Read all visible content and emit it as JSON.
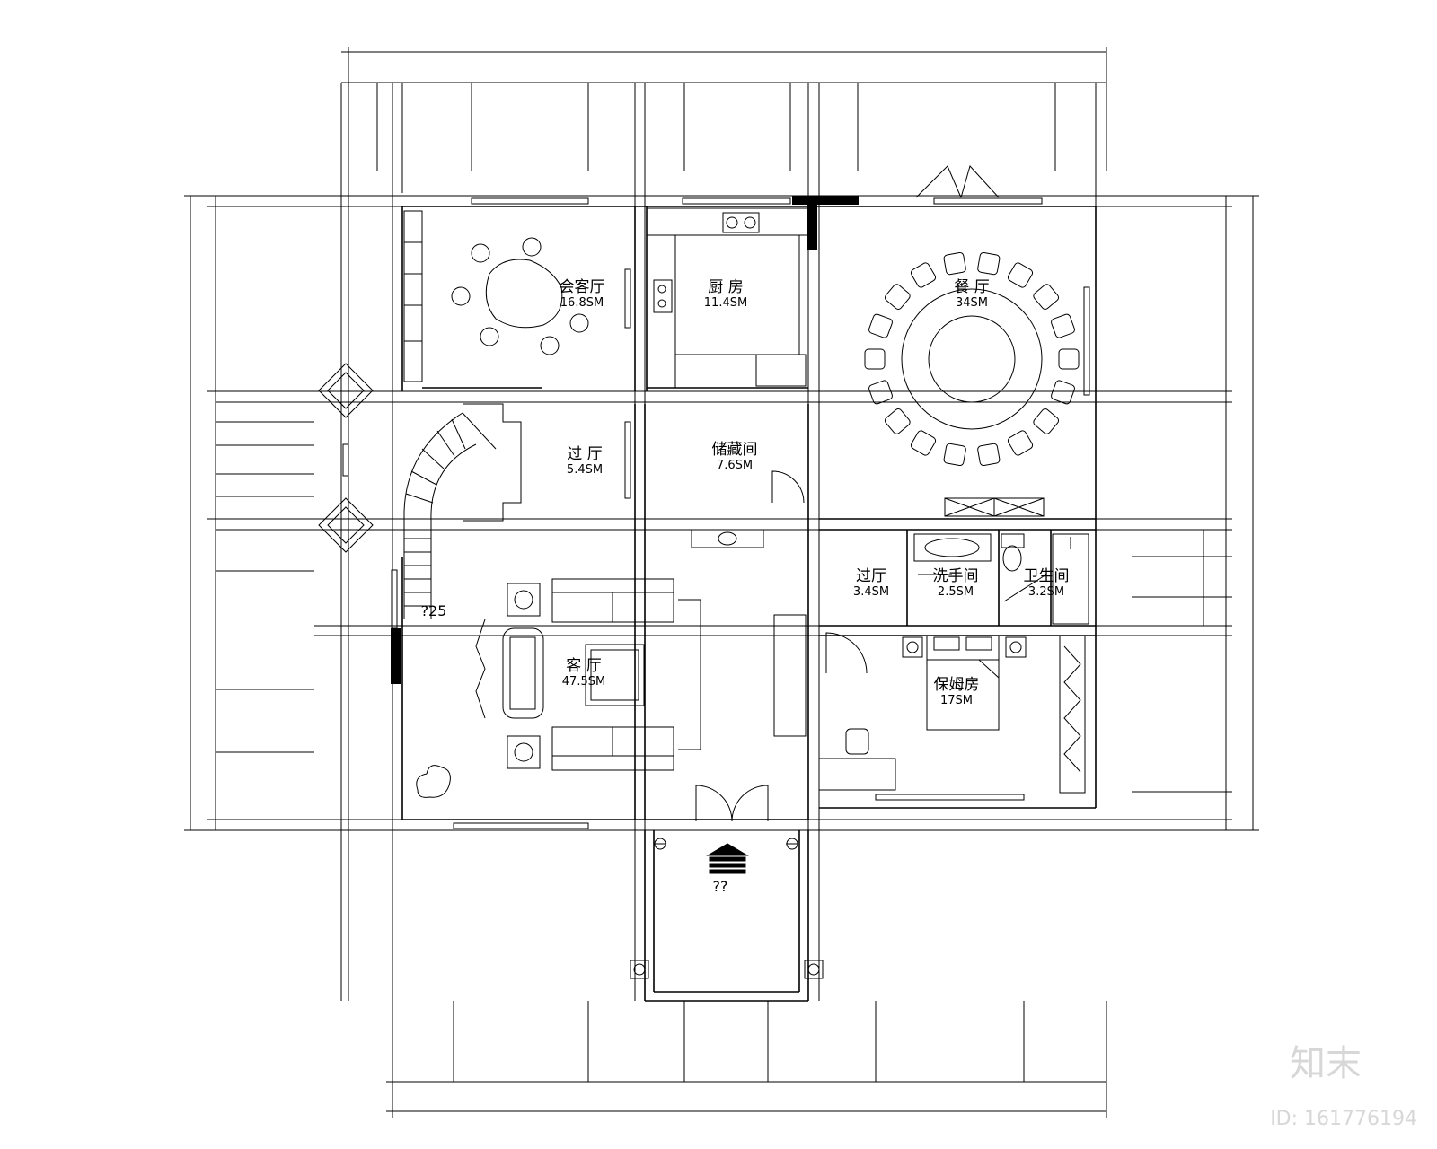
{
  "rooms": [
    {
      "name": "会客厅",
      "area": "16.8SM"
    },
    {
      "name": "厨 房",
      "area": "11.4SM"
    },
    {
      "name": "餐 厅",
      "area": "34SM"
    },
    {
      "name": "过 厅",
      "area": "5.4SM"
    },
    {
      "name": "储藏间",
      "area": "7.6SM"
    },
    {
      "name": "过厅",
      "area": "3.4SM"
    },
    {
      "name": "洗手间",
      "area": "2.5SM"
    },
    {
      "name": "卫生间",
      "area": "3.2SM"
    },
    {
      "name": "客 厅",
      "area": "47.5SM"
    },
    {
      "name": "保姆房",
      "area": "17SM"
    }
  ],
  "notes": {
    "stair": "?25",
    "entrance": "??"
  },
  "watermark": {
    "logo": "知末",
    "id": "ID: 161776194"
  }
}
